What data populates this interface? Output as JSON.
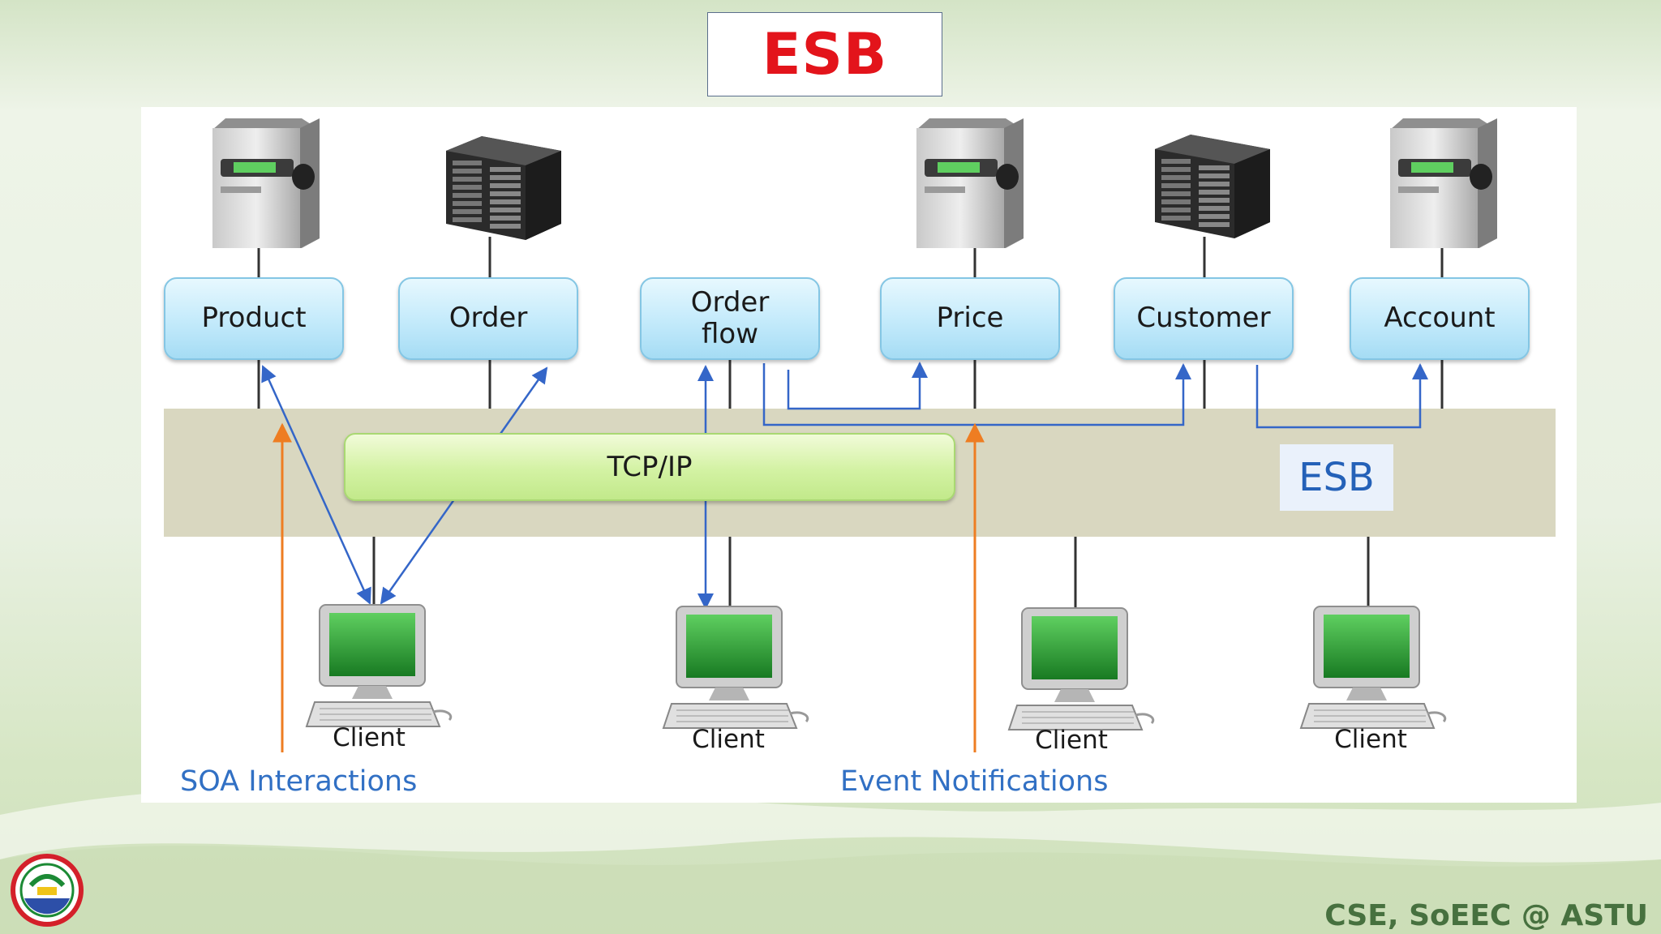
{
  "slide": {
    "title": "ESB",
    "footer": "CSE, SoEEC @ ASTU"
  },
  "diagram": {
    "services": [
      {
        "id": "product",
        "label": "Product"
      },
      {
        "id": "order",
        "label": "Order"
      },
      {
        "id": "order-flow",
        "label": "Order\nflow"
      },
      {
        "id": "price",
        "label": "Price"
      },
      {
        "id": "customer",
        "label": "Customer"
      },
      {
        "id": "account",
        "label": "Account"
      }
    ],
    "bus": {
      "tcp_label": "TCP/IP",
      "esb_label": "ESB"
    },
    "clients": [
      "Client",
      "Client",
      "Client",
      "Client"
    ],
    "captions": {
      "soa": "SOA Interactions",
      "events": "Event Notifications"
    }
  },
  "colors": {
    "title": "#e3141b",
    "bus": "#d9d7c0",
    "arrow_blue": "#3466c8",
    "arrow_orange": "#ee7d22",
    "footer": "#47713f"
  },
  "icons": [
    "tower-server-icon",
    "rack-server-icon",
    "desktop-computer-icon",
    "university-logo-icon"
  ]
}
